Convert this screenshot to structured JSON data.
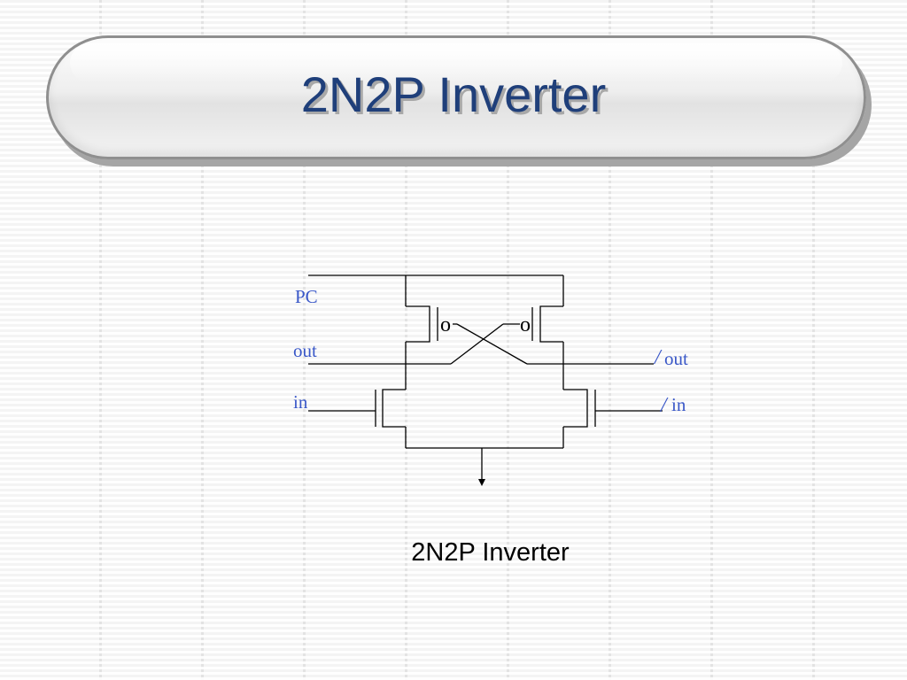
{
  "slide": {
    "title": "2N2P Inverter",
    "caption": "2N2P Inverter"
  },
  "diagram": {
    "signal_labels": {
      "pc": "PC",
      "out": "out",
      "in": "in",
      "out_bar_slash": "/",
      "out_bar_text": "out",
      "in_bar_slash": "/",
      "in_bar_text": "in"
    },
    "pmos_bubbles": {
      "left": "o",
      "right": "o"
    }
  },
  "colors": {
    "title_text": "#1f3f7a",
    "signal_label": "#3a58c8",
    "wire": "#000000"
  }
}
